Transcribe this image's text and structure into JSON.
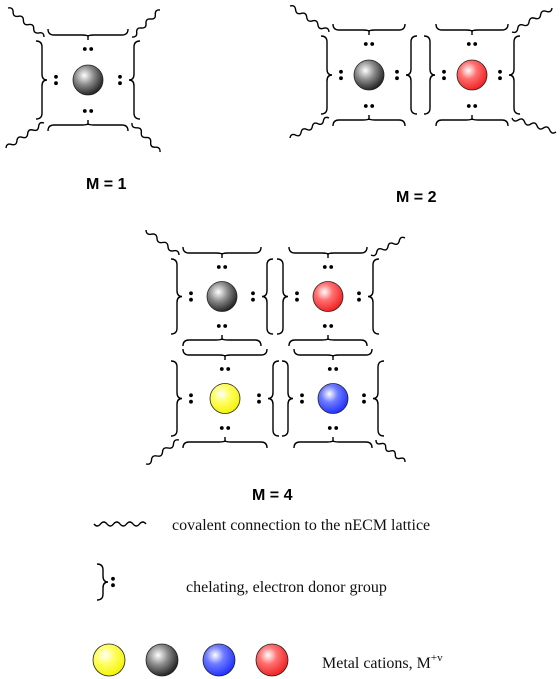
{
  "labels": {
    "m1": "M = 1",
    "m2": "M = 2",
    "m4": "M = 4"
  },
  "legend": {
    "covalent": "covalent connection to the nECM lattice",
    "chelating": "chelating, electron donor group",
    "metal_main": "Metal cations, M",
    "metal_sup": "+v"
  },
  "colors": {
    "black_cation": "#3a3a3a",
    "red_cation": "#ff3b3b",
    "yellow_cation": "#ffff22",
    "blue_cation": "#3344ff",
    "line": "#000000"
  },
  "structures": {
    "m1": [
      "black"
    ],
    "m2": [
      "black",
      "red"
    ],
    "m4": [
      "black",
      "red",
      "yellow",
      "blue"
    ]
  },
  "legend_swatches": [
    "yellow",
    "black",
    "blue",
    "red"
  ]
}
